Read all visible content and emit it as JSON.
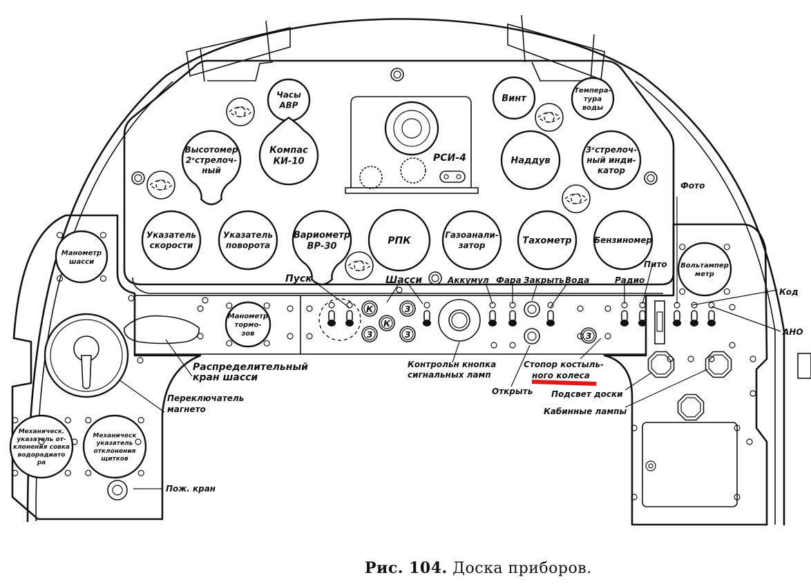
{
  "figure": {
    "caption_prefix": "Рис. 104.",
    "caption_text": "Доска приборов."
  },
  "colors": {
    "ink": "#111111",
    "paper": "#ffffff",
    "highlight": "#e01818"
  },
  "upper_panel": {
    "gauges": [
      {
        "id": "clock",
        "lines": [
          "Часы",
          "АВР"
        ]
      },
      {
        "id": "altimeter",
        "lines": [
          "Высотомер",
          "2ˣстрелоч-",
          "ный"
        ]
      },
      {
        "id": "compass",
        "lines": [
          "Компас",
          "КИ-10"
        ]
      },
      {
        "id": "screw",
        "lines": [
          "Винт"
        ]
      },
      {
        "id": "water-temp",
        "lines": [
          "Темпера-",
          "тура",
          "воды"
        ]
      },
      {
        "id": "boost",
        "lines": [
          "Наддув"
        ]
      },
      {
        "id": "three-pointer",
        "lines": [
          "3ˣстрелоч-",
          "ный инди-",
          "катор"
        ]
      },
      {
        "id": "airspeed",
        "lines": [
          "Указатель",
          "скорости"
        ]
      },
      {
        "id": "turn",
        "lines": [
          "Указатель",
          "поворота"
        ]
      },
      {
        "id": "variometer",
        "lines": [
          "Вариометр",
          "ВР-30"
        ]
      },
      {
        "id": "rpk",
        "lines": [
          "РПК"
        ]
      },
      {
        "id": "gas-analyzer",
        "lines": [
          "Газоанали-",
          "затор"
        ]
      },
      {
        "id": "tachometer",
        "lines": [
          "Тахометр"
        ]
      },
      {
        "id": "fuel-gauge",
        "lines": [
          "Бензиномер"
        ]
      }
    ],
    "radio_unit": "РСИ-4"
  },
  "left_panel": {
    "gauges": [
      {
        "id": "chassis-pressure",
        "lines": [
          "Манометр",
          "шасси"
        ]
      },
      {
        "id": "brake-pressure",
        "lines": [
          "Манометр",
          "тормо-",
          "зов"
        ]
      },
      {
        "id": "radiator-indicator",
        "lines": [
          "Механическ.",
          "указатель от-",
          "клонения совка",
          "водорадиато",
          "ра"
        ]
      },
      {
        "id": "flap-indicator",
        "lines": [
          "Механическ",
          "указатель",
          "отклонения",
          "щитков"
        ]
      }
    ]
  },
  "right_panel": {
    "gauges": [
      {
        "id": "voltammeter",
        "lines": [
          "Вольтампер",
          "метр"
        ]
      }
    ]
  },
  "labels": {
    "start": "Пуск",
    "chassis": "Шасси",
    "battery": "Аккумул",
    "headlight": "Фара",
    "close": "Закрыть",
    "water": "Вода",
    "radio": "Радио",
    "pitot": "Пито",
    "photo": "Фото",
    "code": "Код",
    "nav_lights": "АНО",
    "chassis_valve_1": "Распределительный",
    "chassis_valve_2": "кран шасси",
    "magneto_1": "Переключатель",
    "magneto_2": "магнето",
    "fire_valve": "Пож. кран",
    "signal_test_1": "Контрольн кнопка",
    "signal_test_2": "сигнальных ламп",
    "open": "Открыть",
    "tailwheel_lock_1": "Стопор костыль-",
    "tailwheel_lock_2": "ного колеса",
    "panel_light": "Подсвет доски",
    "cabin_lamps": "Кабинные лампы"
  },
  "signal_lamps": {
    "letters": [
      "К",
      "З",
      "К",
      "З",
      "З",
      "З"
    ]
  }
}
